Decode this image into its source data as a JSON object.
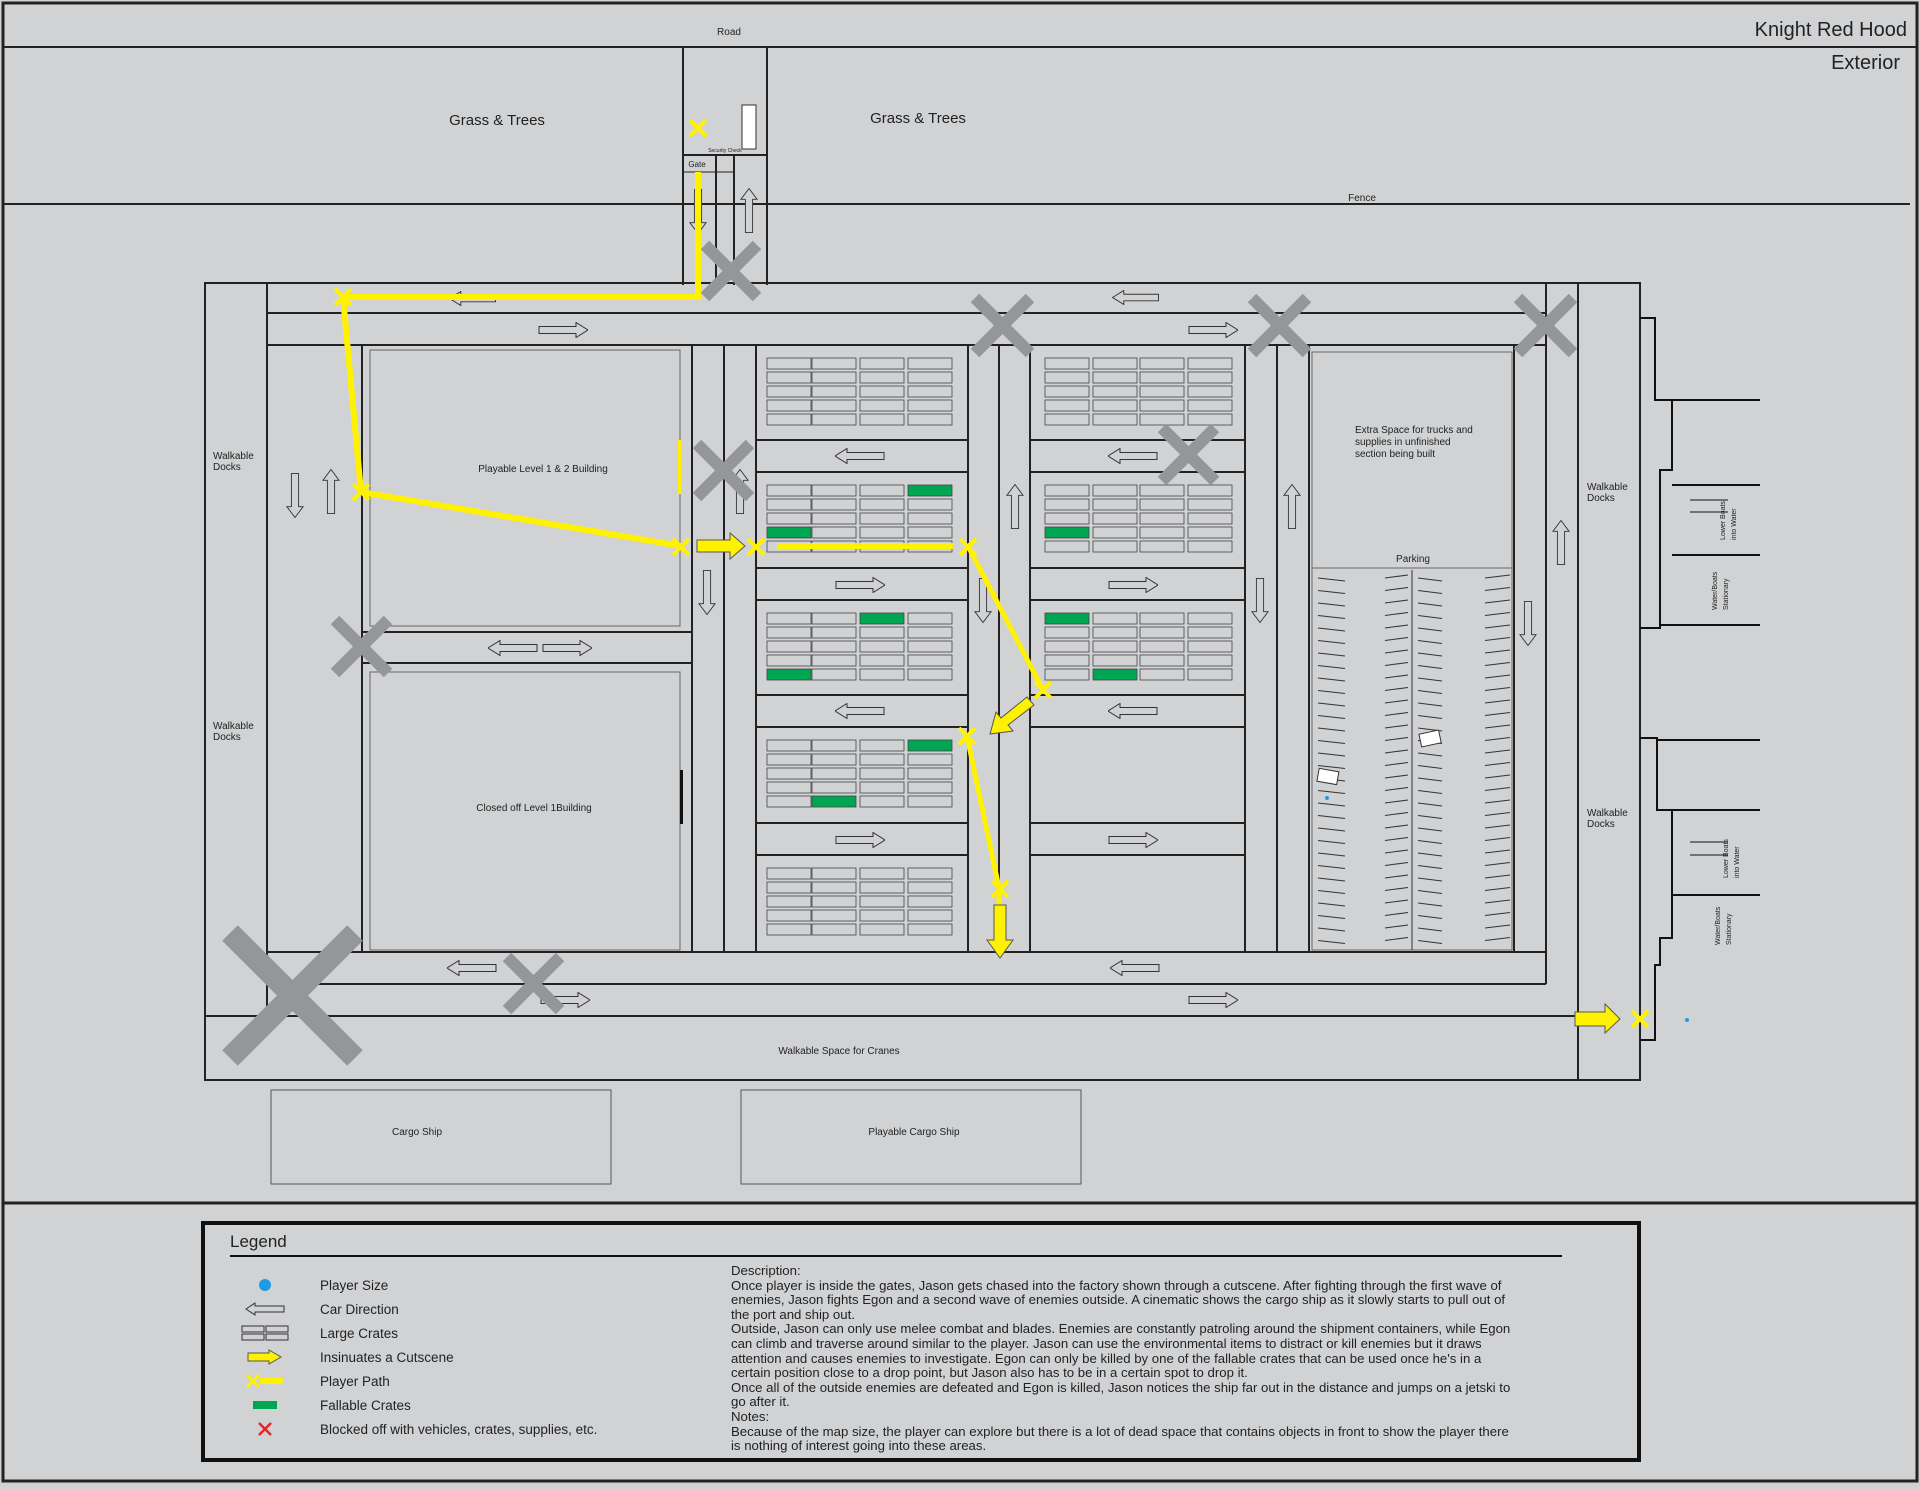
{
  "header": {
    "title": "Knight Red Hood",
    "subtitle": "Exterior"
  },
  "labels": {
    "road": "Road",
    "grass_left": "Grass & Trees",
    "grass_right": "Grass & Trees",
    "fence": "Fence",
    "gate": "Gate",
    "security_check": "Security Check",
    "walkable_docks_1": "Walkable\nDocks",
    "walkable_docks_2": "Walkable\nDocks",
    "walkable_docks_3": "Walkable\nDocks",
    "walkable_docks_4": "Walkable\nDocks",
    "building_playable": "Playable Level 1 & 2 Building",
    "building_closed": "Closed off Level 1Building",
    "extra_space": "Extra Space for trucks and\nsupplies in unfinished\nsection being built",
    "parking": "Parking",
    "cranes": "Walkable Space for Cranes",
    "cargo_ship": "Cargo Ship",
    "playable_cargo_ship": "Playable Cargo Ship",
    "lower_boats_1": "Lower Boats\ninto Water",
    "stationary_1": "Water/Boats\nStationary",
    "lower_boats_2": "Lower Boats\ninto Water",
    "stationary_2": "Water/Boats\nStationary"
  },
  "colors": {
    "background": "#d1d2d4",
    "player_path": "#fff200",
    "fallable_crate": "#00a651",
    "blocked": "#959699",
    "player_size": "#1e9be2",
    "blocked_legend": "#e8232a"
  },
  "legend": {
    "title": "Legend",
    "items": [
      {
        "icon": "player-size-icon",
        "label": "Player Size"
      },
      {
        "icon": "car-direction-icon",
        "label": "Car Direction"
      },
      {
        "icon": "large-crates-icon",
        "label": "Large Crates"
      },
      {
        "icon": "cutscene-arrow-icon",
        "label": "Insinuates a Cutscene"
      },
      {
        "icon": "player-path-icon",
        "label": "Player Path"
      },
      {
        "icon": "fallable-crate-icon",
        "label": "Fallable Crates"
      },
      {
        "icon": "blocked-x-icon",
        "label": "Blocked off with vehicles, crates, supplies, etc."
      }
    ]
  },
  "description": {
    "heading": "Description:",
    "p1": "Once player is inside the gates, Jason gets chased into the factory shown through a cutscene. After fighting through the first wave of enemies, Jason fights Egon and a second wave of enemies outside. A cinematic shows the cargo ship as it slowly starts to pull out of the port and ship out.",
    "p2": "Outside, Jason can only use melee combat and blades. Enemies are constantly patroling around the shipment containers, while Egon can climb and traverse around similar to the player. Jason can use the environmental items to distract or kill enemies but it draws attention and causes enemies to investigate. Egon can only be killed by one of the fallable crates that can be used once he's in a certain position close to a drop point, but Jason also has to be in a certain spot to drop it.",
    "p3": "Once all of the outside enemies are defeated and Egon is killed, Jason notices the ship far out in the distance and jumps on a jetski to go after it.",
    "notes_heading": "Notes:",
    "notes": "Because of the map size, the player can explore but there is a lot of dead space that contains objects in front to show the player there is nothing of interest going into these areas."
  }
}
